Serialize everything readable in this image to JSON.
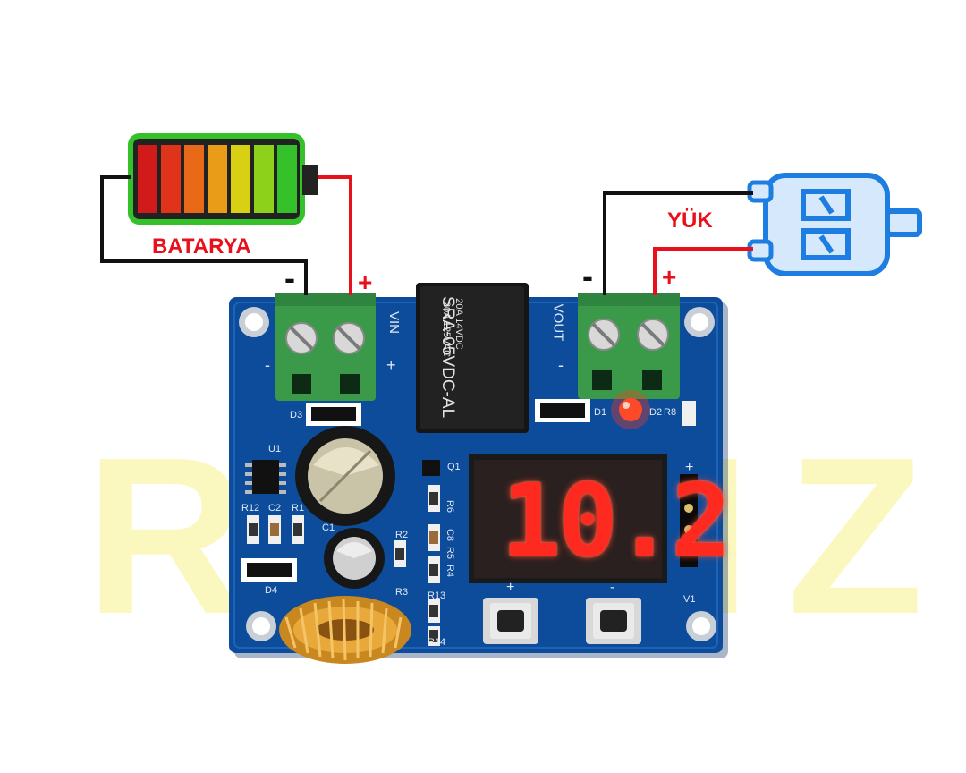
{
  "battery": {
    "label": "BATARYA"
  },
  "load": {
    "label": "YÜK"
  },
  "polarity": {
    "minus": "-",
    "plus": "+"
  },
  "relay": {
    "model": "SRA-05VDC-AL",
    "rating_1": "20A 14VDC",
    "rating_2": "20A 125VAC"
  },
  "display": {
    "value": "10.2"
  },
  "watermark": {
    "text": "ROBIZ"
  },
  "silkscreen": {
    "vin": "VIN",
    "vout": "VOUT",
    "plus": "+",
    "minus": "-",
    "d1": "D1",
    "d2": "D2",
    "d3": "D3",
    "d4": "D4",
    "r1": "R1",
    "r2": "R2",
    "r3": "R3",
    "r4": "R4",
    "r5": "R5",
    "r6": "R6",
    "r8": "R8",
    "r12": "R12",
    "r13": "R13",
    "r14": "R14",
    "c1": "C1",
    "c2": "C2",
    "c8": "C8",
    "u1": "U1",
    "q1": "Q1",
    "v1": "V1"
  },
  "colors": {
    "wire_black": "#111111",
    "wire_red": "#e8101a",
    "pcb_blue": "#0d4c9a",
    "terminal_green": "#3a9a4a",
    "motor_blue": "#1e7de0",
    "led_red": "#ff2a1f"
  }
}
